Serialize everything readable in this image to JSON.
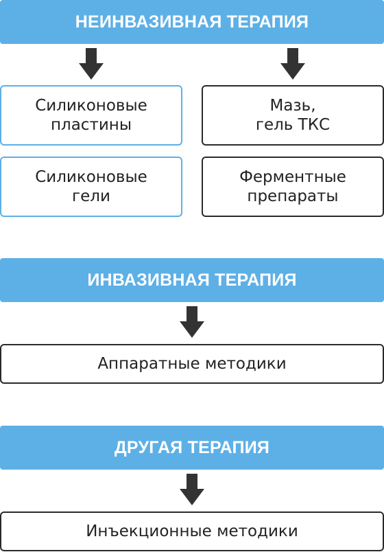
{
  "noninvasive": {
    "title": "НЕИНВАЗИВНАЯ ТЕРАПИЯ",
    "left": [
      "Силиконовые\nпластины",
      "Силиконовые\nгели"
    ],
    "right": [
      "Мазь,\nгель ТКС",
      "Ферментные\nпрепараты"
    ]
  },
  "invasive": {
    "title": "ИНВАЗИВНАЯ ТЕРАПИЯ",
    "item": "Аппаратные методики"
  },
  "other": {
    "title": "ДРУГАЯ ТЕРАПИЯ",
    "item": "Инъекционные методики"
  },
  "colors": {
    "accent": "#5DB0E6",
    "arrow": "#333333",
    "border_dark": "#2a2a2a"
  },
  "icons": [
    "arrow-down-icon"
  ]
}
